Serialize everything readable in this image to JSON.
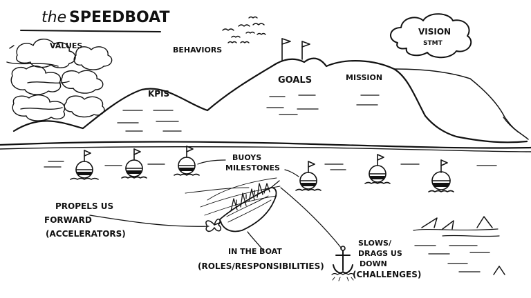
{
  "title": {
    "prefix": "the",
    "main": "SPEEDBOAT"
  },
  "labels": {
    "vision_line1": "VISION",
    "vision_line2": "STMT",
    "values": "VALUES",
    "behaviors": "BEHAVIORS",
    "kpis": "KPIS",
    "goals": "GOALS",
    "mission": "MISSION",
    "buoys_line1": "BUOYS",
    "buoys_line2": "MILESTONES",
    "propels_line1": "PROPELS US",
    "propels_line2": "FORWARD",
    "propels_line3": "(ACCELERATORS)",
    "in_the_boat_line1": "IN THE BOAT",
    "in_the_boat_line2": "(ROLES/RESPONSIBILITIES)",
    "slows_line1": "SLOWS/",
    "slows_line2": "DRAGS US",
    "slows_line3": "DOWN",
    "slows_line4": "(CHALLENGES)"
  },
  "colors": {
    "ink": "#111111",
    "paper": "#ffffff",
    "shade": "#555555"
  },
  "icons": [
    "cloud-icon",
    "flag-icon",
    "bird-icon",
    "buoy-icon",
    "boat-icon",
    "propeller-icon",
    "anchor-icon",
    "shark-fin-icon"
  ]
}
